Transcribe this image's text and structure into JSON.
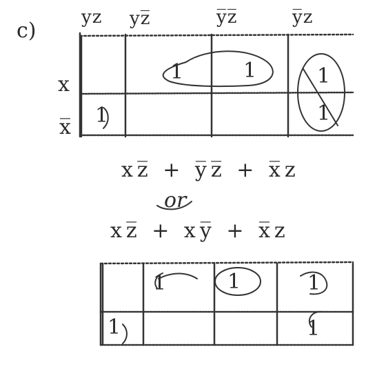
{
  "label": "c)",
  "map1": {
    "col_headers": [
      "yz",
      "yz̅",
      "y̅z̅",
      "y̅z"
    ],
    "row_headers": [
      "x",
      "x̅"
    ],
    "cells": [
      [
        "",
        "1",
        "1",
        "1"
      ],
      [
        "1",
        "",
        "",
        "1"
      ]
    ]
  },
  "expression1": "xz̅ + y̅z̅ + x̅z",
  "or_text": "or",
  "expression2": "xz̅ + xy̅ + x̅z",
  "map2": {
    "cells": [
      [
        "",
        "1",
        "1",
        "1"
      ],
      [
        "1",
        "",
        "",
        "1"
      ]
    ]
  }
}
